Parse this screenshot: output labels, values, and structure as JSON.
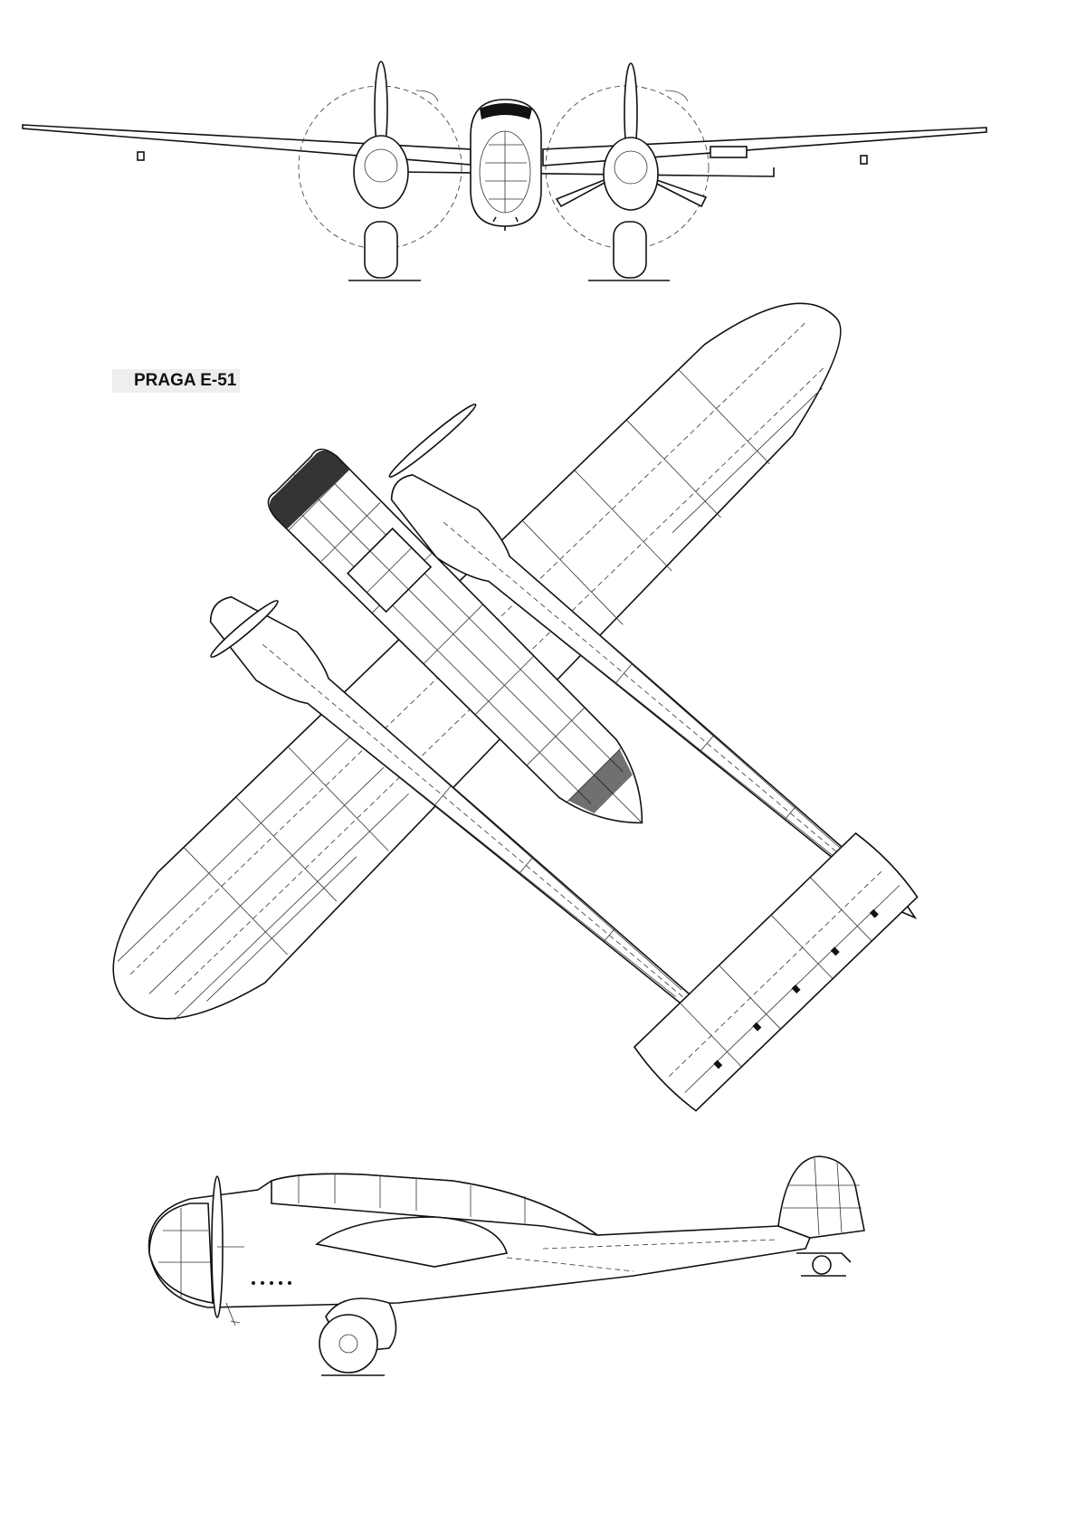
{
  "drawing": {
    "title": "PRAGA E-51",
    "views": [
      "front-view",
      "plan-view",
      "side-view"
    ],
    "ink_color": "#111111",
    "paper_color": "#ffffff"
  }
}
